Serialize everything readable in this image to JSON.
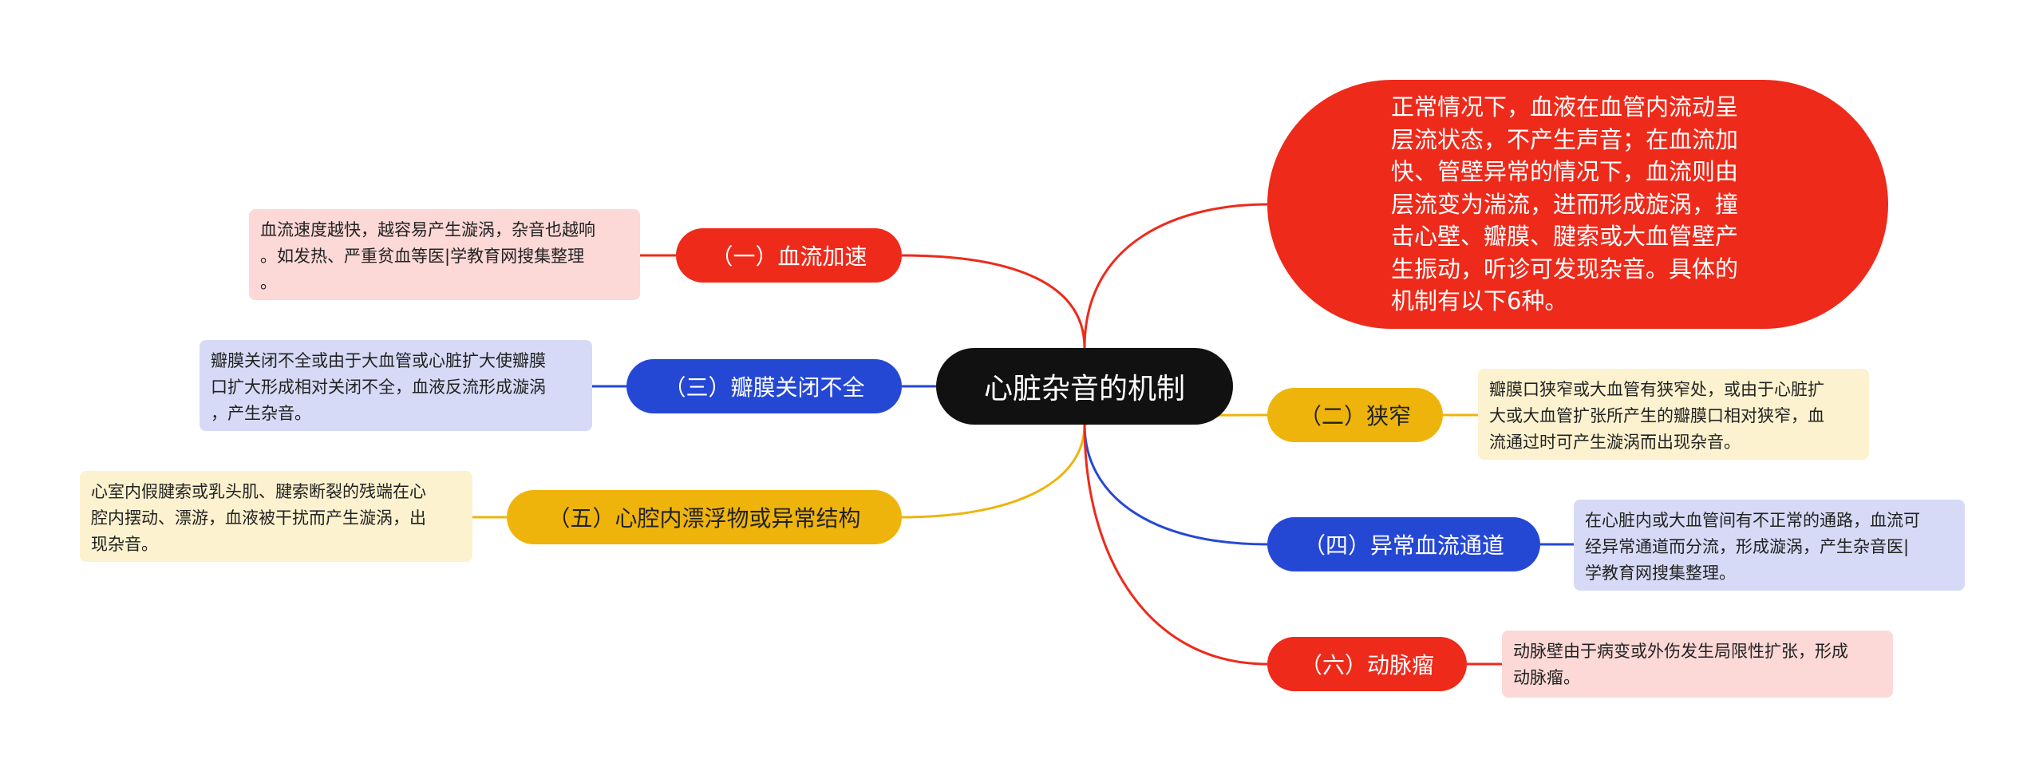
{
  "center": {
    "label": "心脏杂音的机制"
  },
  "intro": {
    "text": "正常情况下，血液在血管内流动呈层流状态，不产生声音；在血流加快、管壁异常的情况下，血流则由层流变为湍流，进而形成旋涡，撞击心壁、瓣膜、腱索或大血管壁产生振动，听诊可发现杂音。具体的机制有以下6种。"
  },
  "branches": {
    "b1": {
      "label": "（一）血流加速",
      "note_lines": [
        "血流速度越快，越容易产生漩涡，杂音也越响",
        "。如发热、严重贫血等医|学教育网搜集整理",
        "。"
      ]
    },
    "b2": {
      "label": "（二）狭窄",
      "note_lines": [
        "瓣膜口狭窄或大血管有狭窄处，或由于心脏扩",
        "大或大血管扩张所产生的瓣膜口相对狭窄，血",
        "流通过时可产生漩涡而出现杂音。"
      ]
    },
    "b3": {
      "label": "（三）瓣膜关闭不全",
      "note_lines": [
        "瓣膜关闭不全或由于大血管或心脏扩大使瓣膜",
        "口扩大形成相对关闭不全，血液反流形成漩涡",
        "，产生杂音。"
      ]
    },
    "b4": {
      "label": "（四）异常血流通道",
      "note_lines": [
        "在心脏内或大血管间有不正常的通路，血流可",
        "经异常通道而分流，形成漩涡，产生杂音医|",
        "学教育网搜集整理。"
      ]
    },
    "b5": {
      "label": "（五）心腔内漂浮物或异常结构",
      "note_lines": [
        "心室内假腱索或乳头肌、腱索断裂的残端在心",
        "腔内摆动、漂游，血液被干扰而产生漩涡，出",
        "现杂音。"
      ]
    },
    "b6": {
      "label": "（六）动脉瘤",
      "note_lines": [
        "动脉壁由于病变或外伤发生局限性扩张，形成",
        "动脉瘤。"
      ]
    }
  },
  "colors": {
    "red": "#ee2a1b",
    "blue": "#2548d4",
    "yellow": "#efb40c",
    "center": "#111111"
  }
}
